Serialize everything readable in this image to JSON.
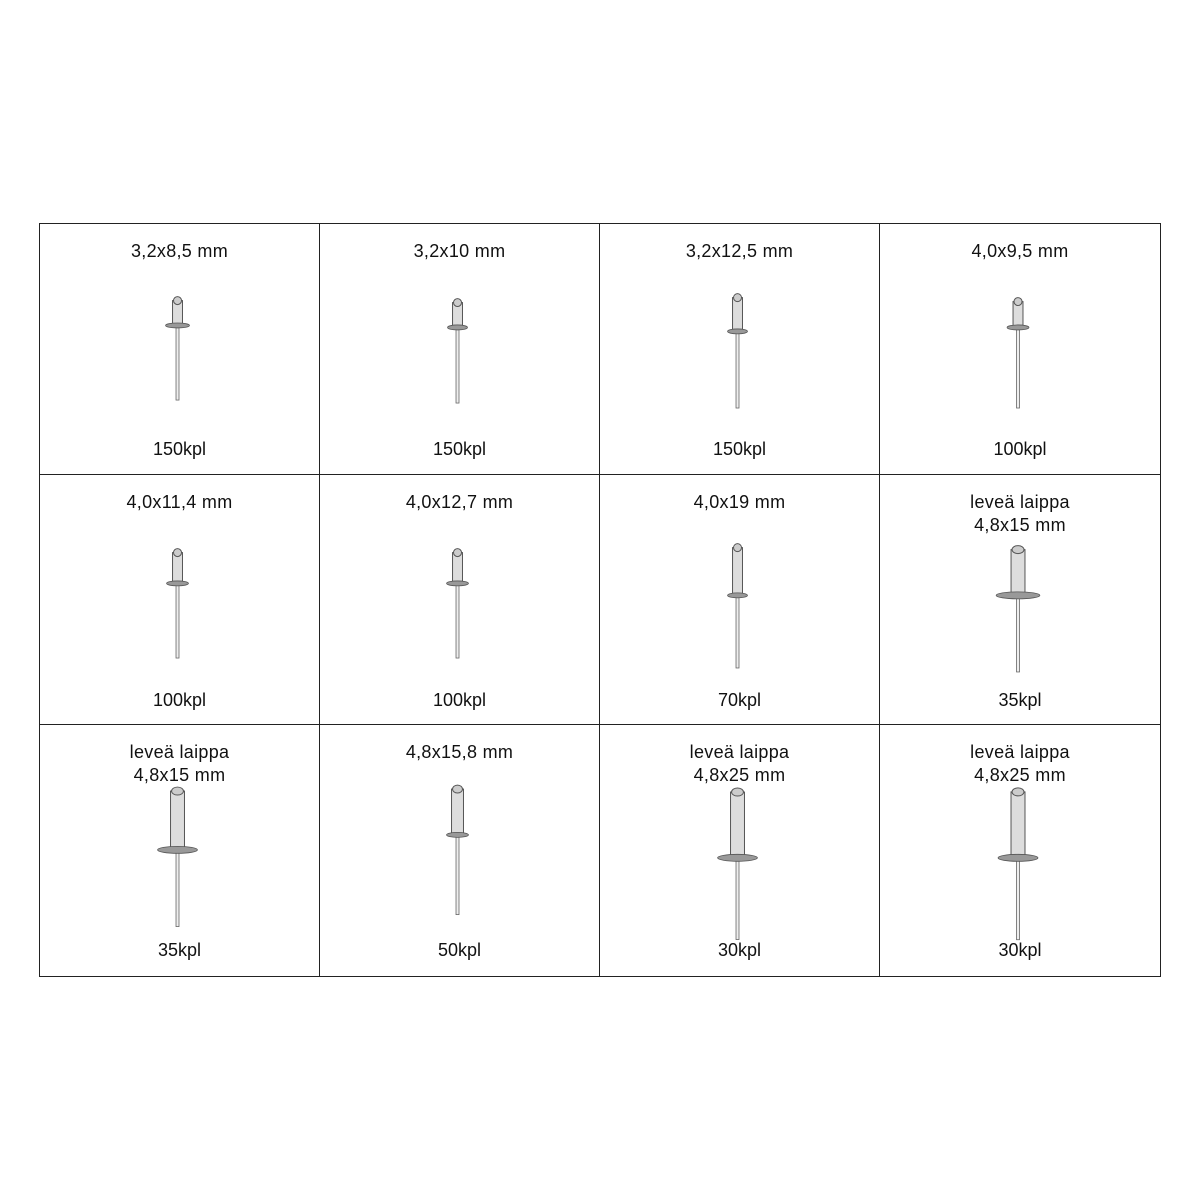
{
  "cells": [
    {
      "lines": [
        "3,2x8,5 mm"
      ],
      "count": "150kpl"
    },
    {
      "lines": [
        "3,2x10 mm"
      ],
      "count": "150kpl"
    },
    {
      "lines": [
        "3,2x12,5 mm"
      ],
      "count": "150kpl"
    },
    {
      "lines": [
        "4,0x9,5 mm"
      ],
      "count": "100kpl"
    },
    {
      "lines": [
        "4,0x11,4 mm"
      ],
      "count": "100kpl"
    },
    {
      "lines": [
        "4,0x12,7 mm"
      ],
      "count": "100kpl"
    },
    {
      "lines": [
        "4,0x19 mm"
      ],
      "count": "70kpl"
    },
    {
      "lines": [
        "leveä laippa",
        "4,8x15 mm"
      ],
      "count": "35kpl"
    },
    {
      "lines": [
        "leveä laippa",
        "4,8x15 mm"
      ],
      "count": "35kpl"
    },
    {
      "lines": [
        "4,8x15,8 mm"
      ],
      "count": "50kpl"
    },
    {
      "lines": [
        "leveä laippa",
        "4,8x25 mm"
      ],
      "count": "30kpl"
    },
    {
      "lines": [
        "leveä laippa",
        "4,8x25 mm"
      ],
      "count": "30kpl"
    }
  ],
  "icon": "rivet-icon"
}
